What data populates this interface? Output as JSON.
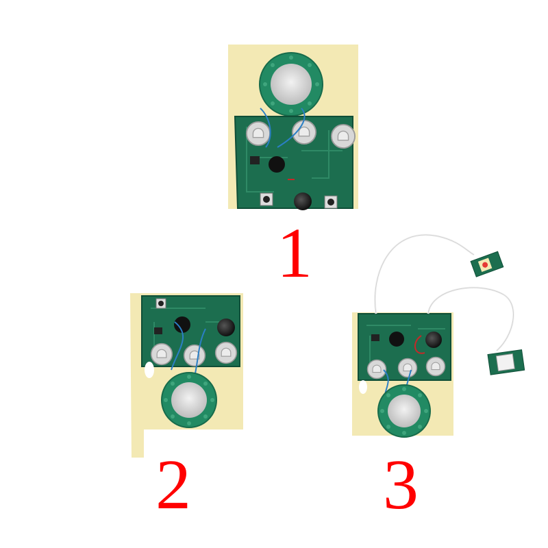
{
  "labels": {
    "one": "1",
    "two": "2",
    "three": "3"
  },
  "colors": {
    "background": "#ffffff",
    "backing": "#f3e9b4",
    "board": "#1c6e4f",
    "board_trace": "#2f8a66",
    "speaker_ring": "#228a63",
    "speaker_cone": "#dcdcdc",
    "label_red": "#ff0000"
  },
  "images": [
    {
      "name": "recorder-module-speaker-top",
      "icon": "pcb-with-speaker"
    },
    {
      "name": "recorder-module-speaker-bottom",
      "icon": "pcb-with-speaker"
    },
    {
      "name": "recorder-module-with-led-sensors",
      "icon": "pcb-with-speaker-and-wired-leds"
    }
  ]
}
